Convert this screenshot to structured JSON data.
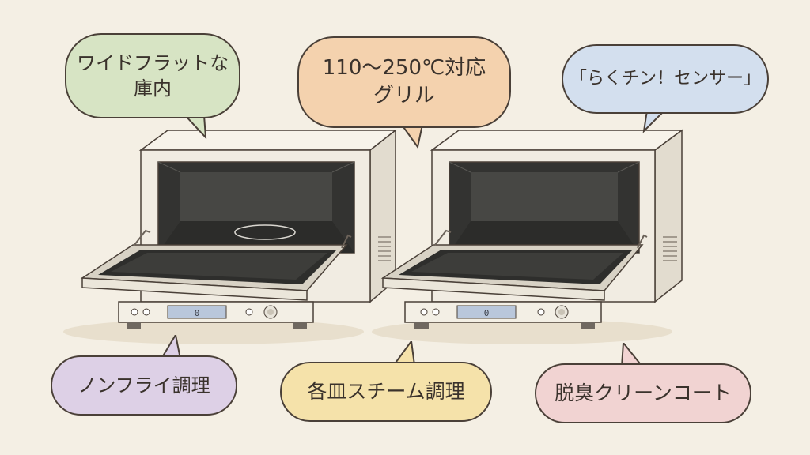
{
  "bubbles": {
    "top_left": "ワイドフラットな\n庫内",
    "top_center": "110～250℃対応\nグリル",
    "top_right": "「らくチン！センサー」",
    "bottom_left": "ノンフライ調理",
    "bottom_center": "各皿スチーム調理",
    "bottom_right": "脱臭クリーンコート"
  },
  "ovens": {
    "left": {
      "display_value": "0"
    },
    "right": {
      "display_value": "0"
    }
  },
  "colors": {
    "background": "#f4efe4",
    "oven_body": "#f1ece2",
    "oven_interior": "#3b3b39",
    "outline": "#4a4038",
    "display": "#b9c7db"
  }
}
